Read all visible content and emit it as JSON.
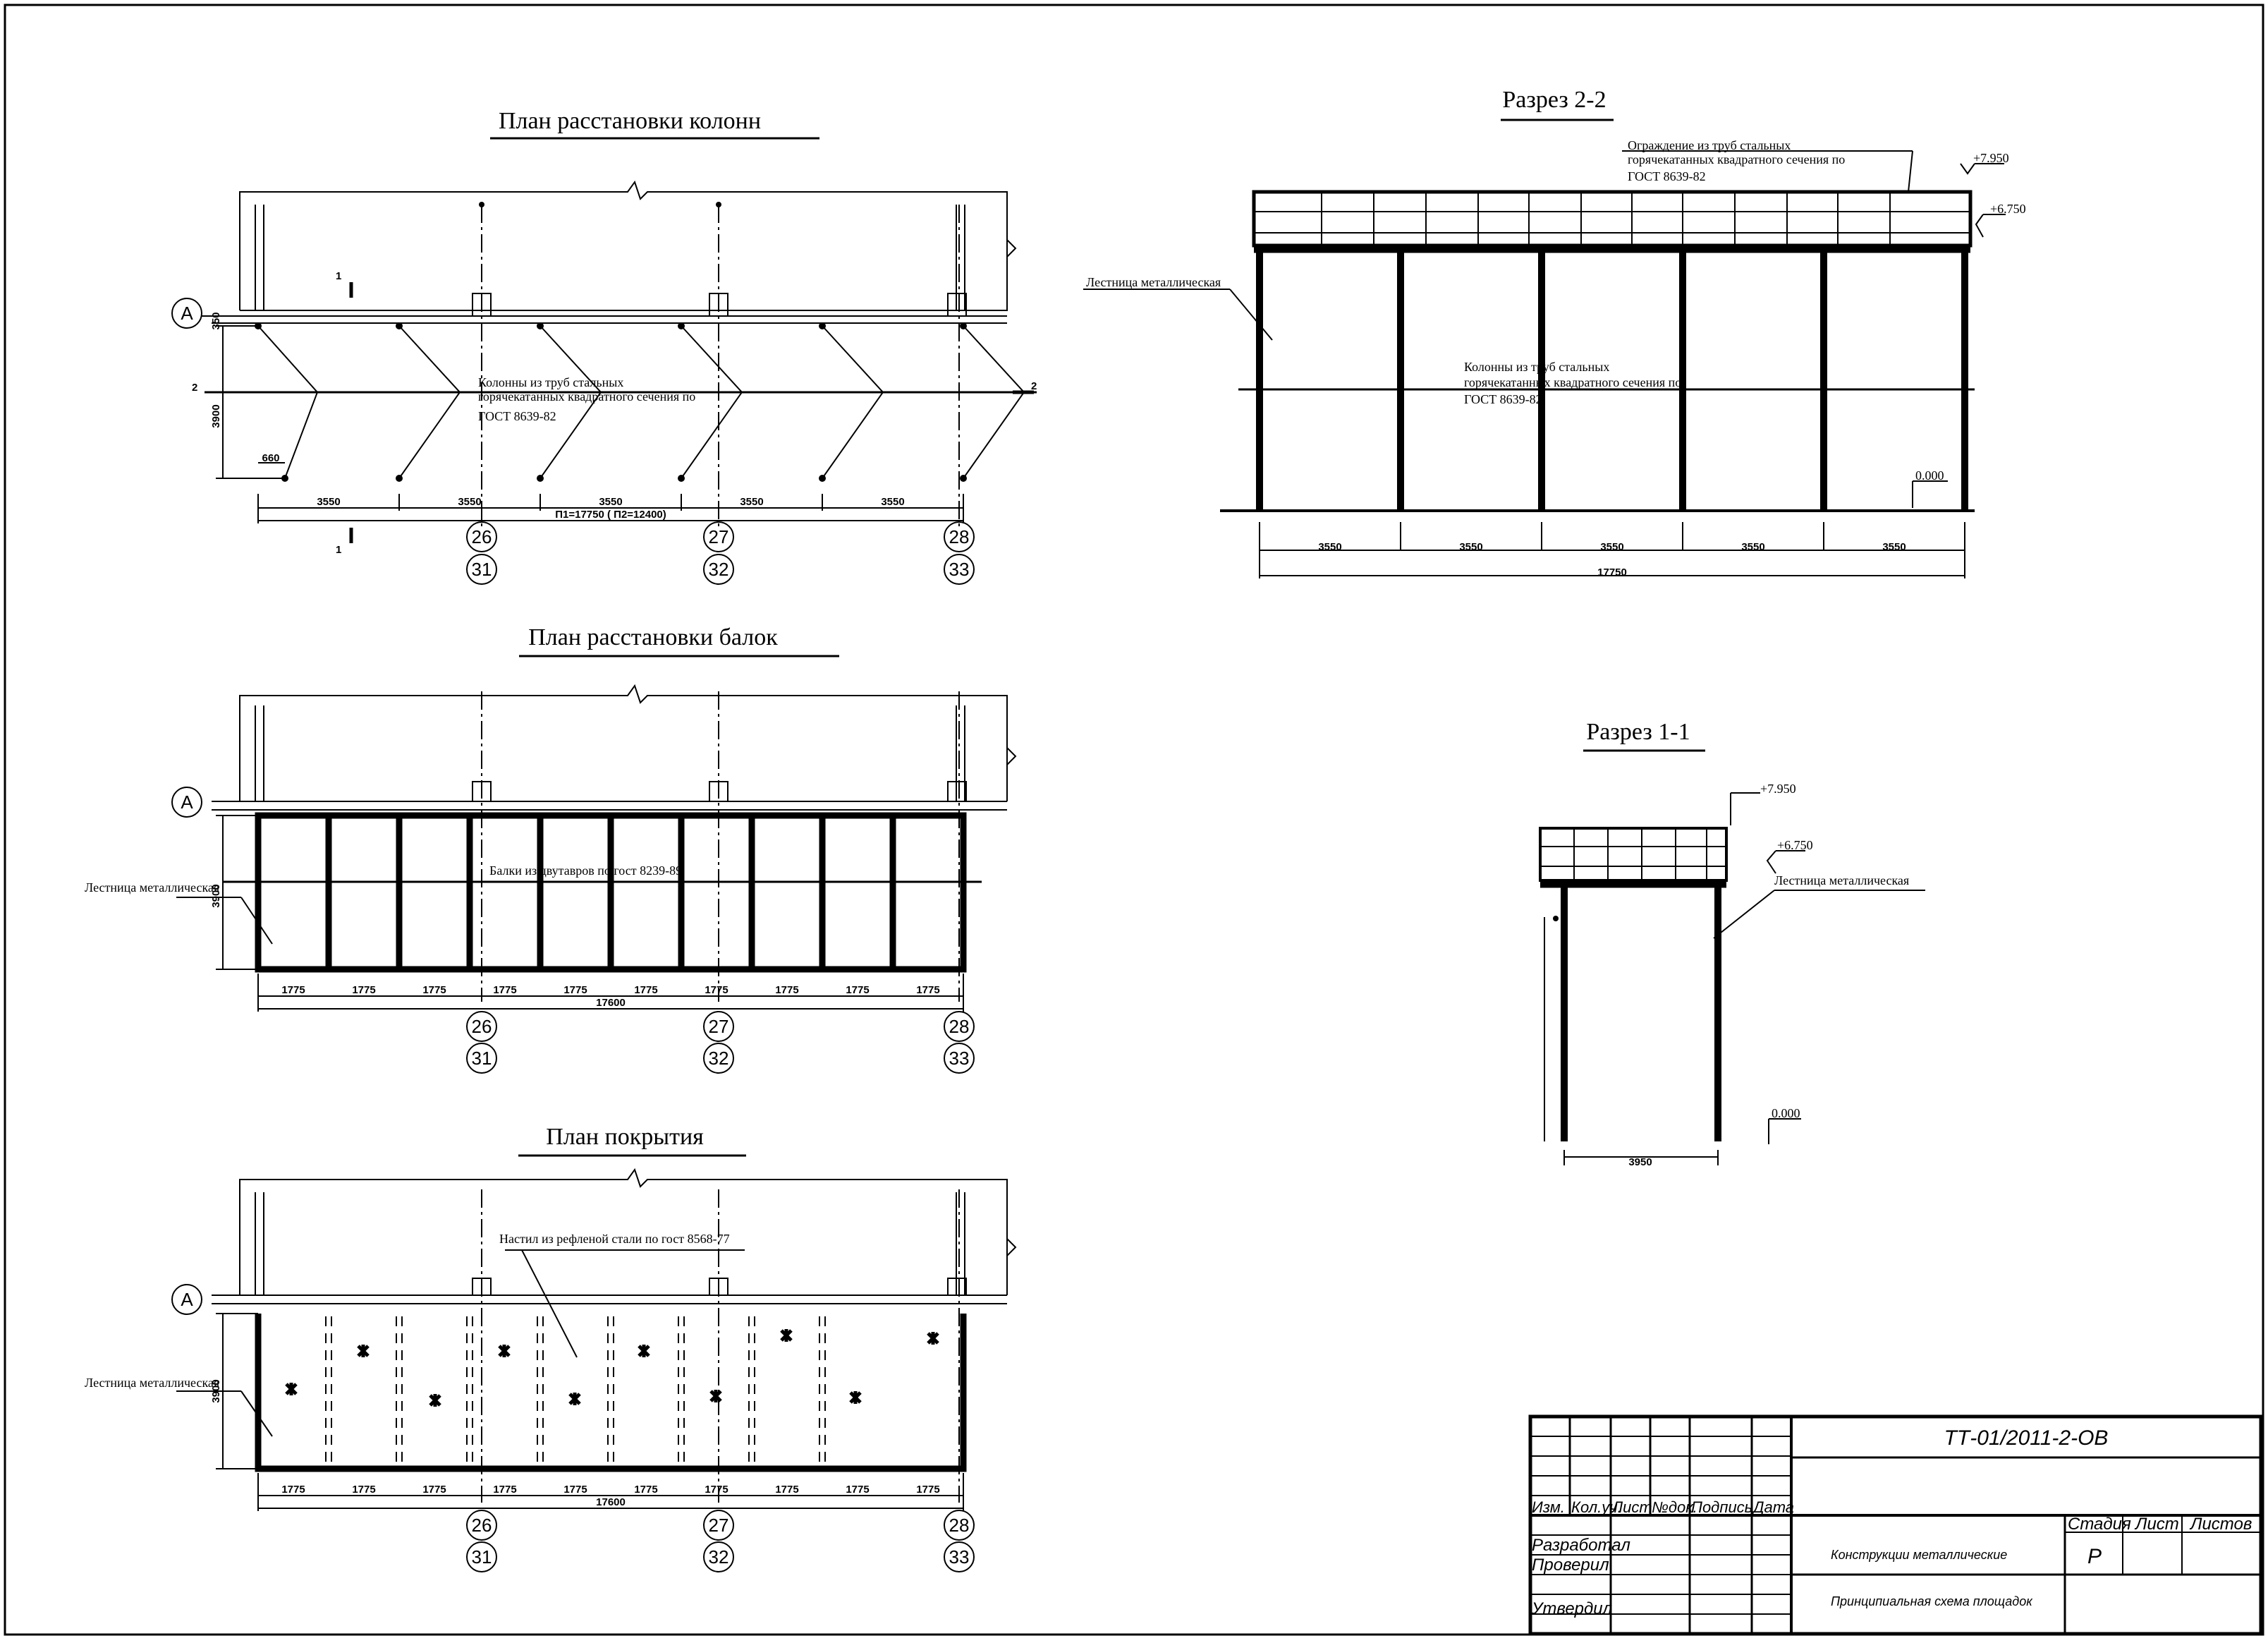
{
  "titles": {
    "plan_columns": "План расстановки колонн",
    "plan_beams": "План расстановки балок",
    "plan_roof": "План покрытия",
    "section22": "Разрез 2-2",
    "section11": "Разрез 1-1"
  },
  "notes": {
    "columns_1": "Колонны из труб стальных",
    "columns_2": "горячекатанных квадратного сечения по",
    "columns_3": "ГОСТ 8639-82",
    "fence_1": "Ограждение из труб стальных",
    "fence_2": "горячекатанных квадратного сечения по",
    "fence_3": "ГОСТ 8639-82",
    "ladder": "Лестница металлическая",
    "beams": "Балки из двутавров по гост 8239-89",
    "deck": "Настил из рефленой стали по гост 8568-77"
  },
  "marks": {
    "axis_a": "А",
    "section1": "1",
    "section2": "2",
    "axes_top": [
      "26",
      "27",
      "28"
    ],
    "axes_bottom": [
      "31",
      "32",
      "33"
    ]
  },
  "levels": {
    "l7950": "+7.950",
    "l6750": "+6.750",
    "l0": "0.000"
  },
  "dims": {
    "span": "3550",
    "half": "1775",
    "width": "3900",
    "edge": "350",
    "offset": "660",
    "total_columns": "П1=17750 ( П2=12400)",
    "total_beams": "17600",
    "total_section": "17750",
    "section11_width": "3950"
  },
  "stamp": {
    "code": "ТТ-01/2011-2-ОВ",
    "headers": [
      "Изм.",
      "Кол.уч.",
      "Лист",
      "№док.",
      "Подпись",
      "Дата"
    ],
    "roles": [
      "Разработал",
      "Проверил",
      "Утвердил"
    ],
    "object": "Конструкции металлические",
    "sheet_name": "Принципиальная схема площадок",
    "stage_header": "Стадия",
    "sheet_header": "Лист",
    "sheets_header": "Листов",
    "stage": "Р"
  }
}
